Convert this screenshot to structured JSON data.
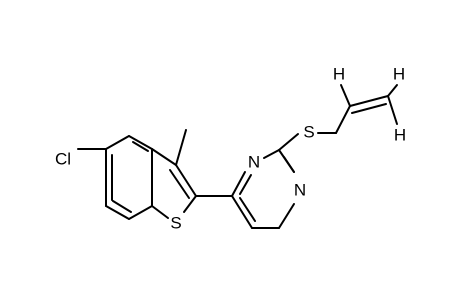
{
  "colors": {
    "background": "#ffffff",
    "ink": "#000000"
  },
  "atoms": {
    "chlorine": "Cl",
    "thiophene_sulfur": "S",
    "thioether_sulfur": "S",
    "pyrimidine_n1": "N",
    "pyrimidine_n3": "N",
    "vinyl_h1": "H",
    "vinyl_h2": "H",
    "vinyl_h3": "H"
  }
}
